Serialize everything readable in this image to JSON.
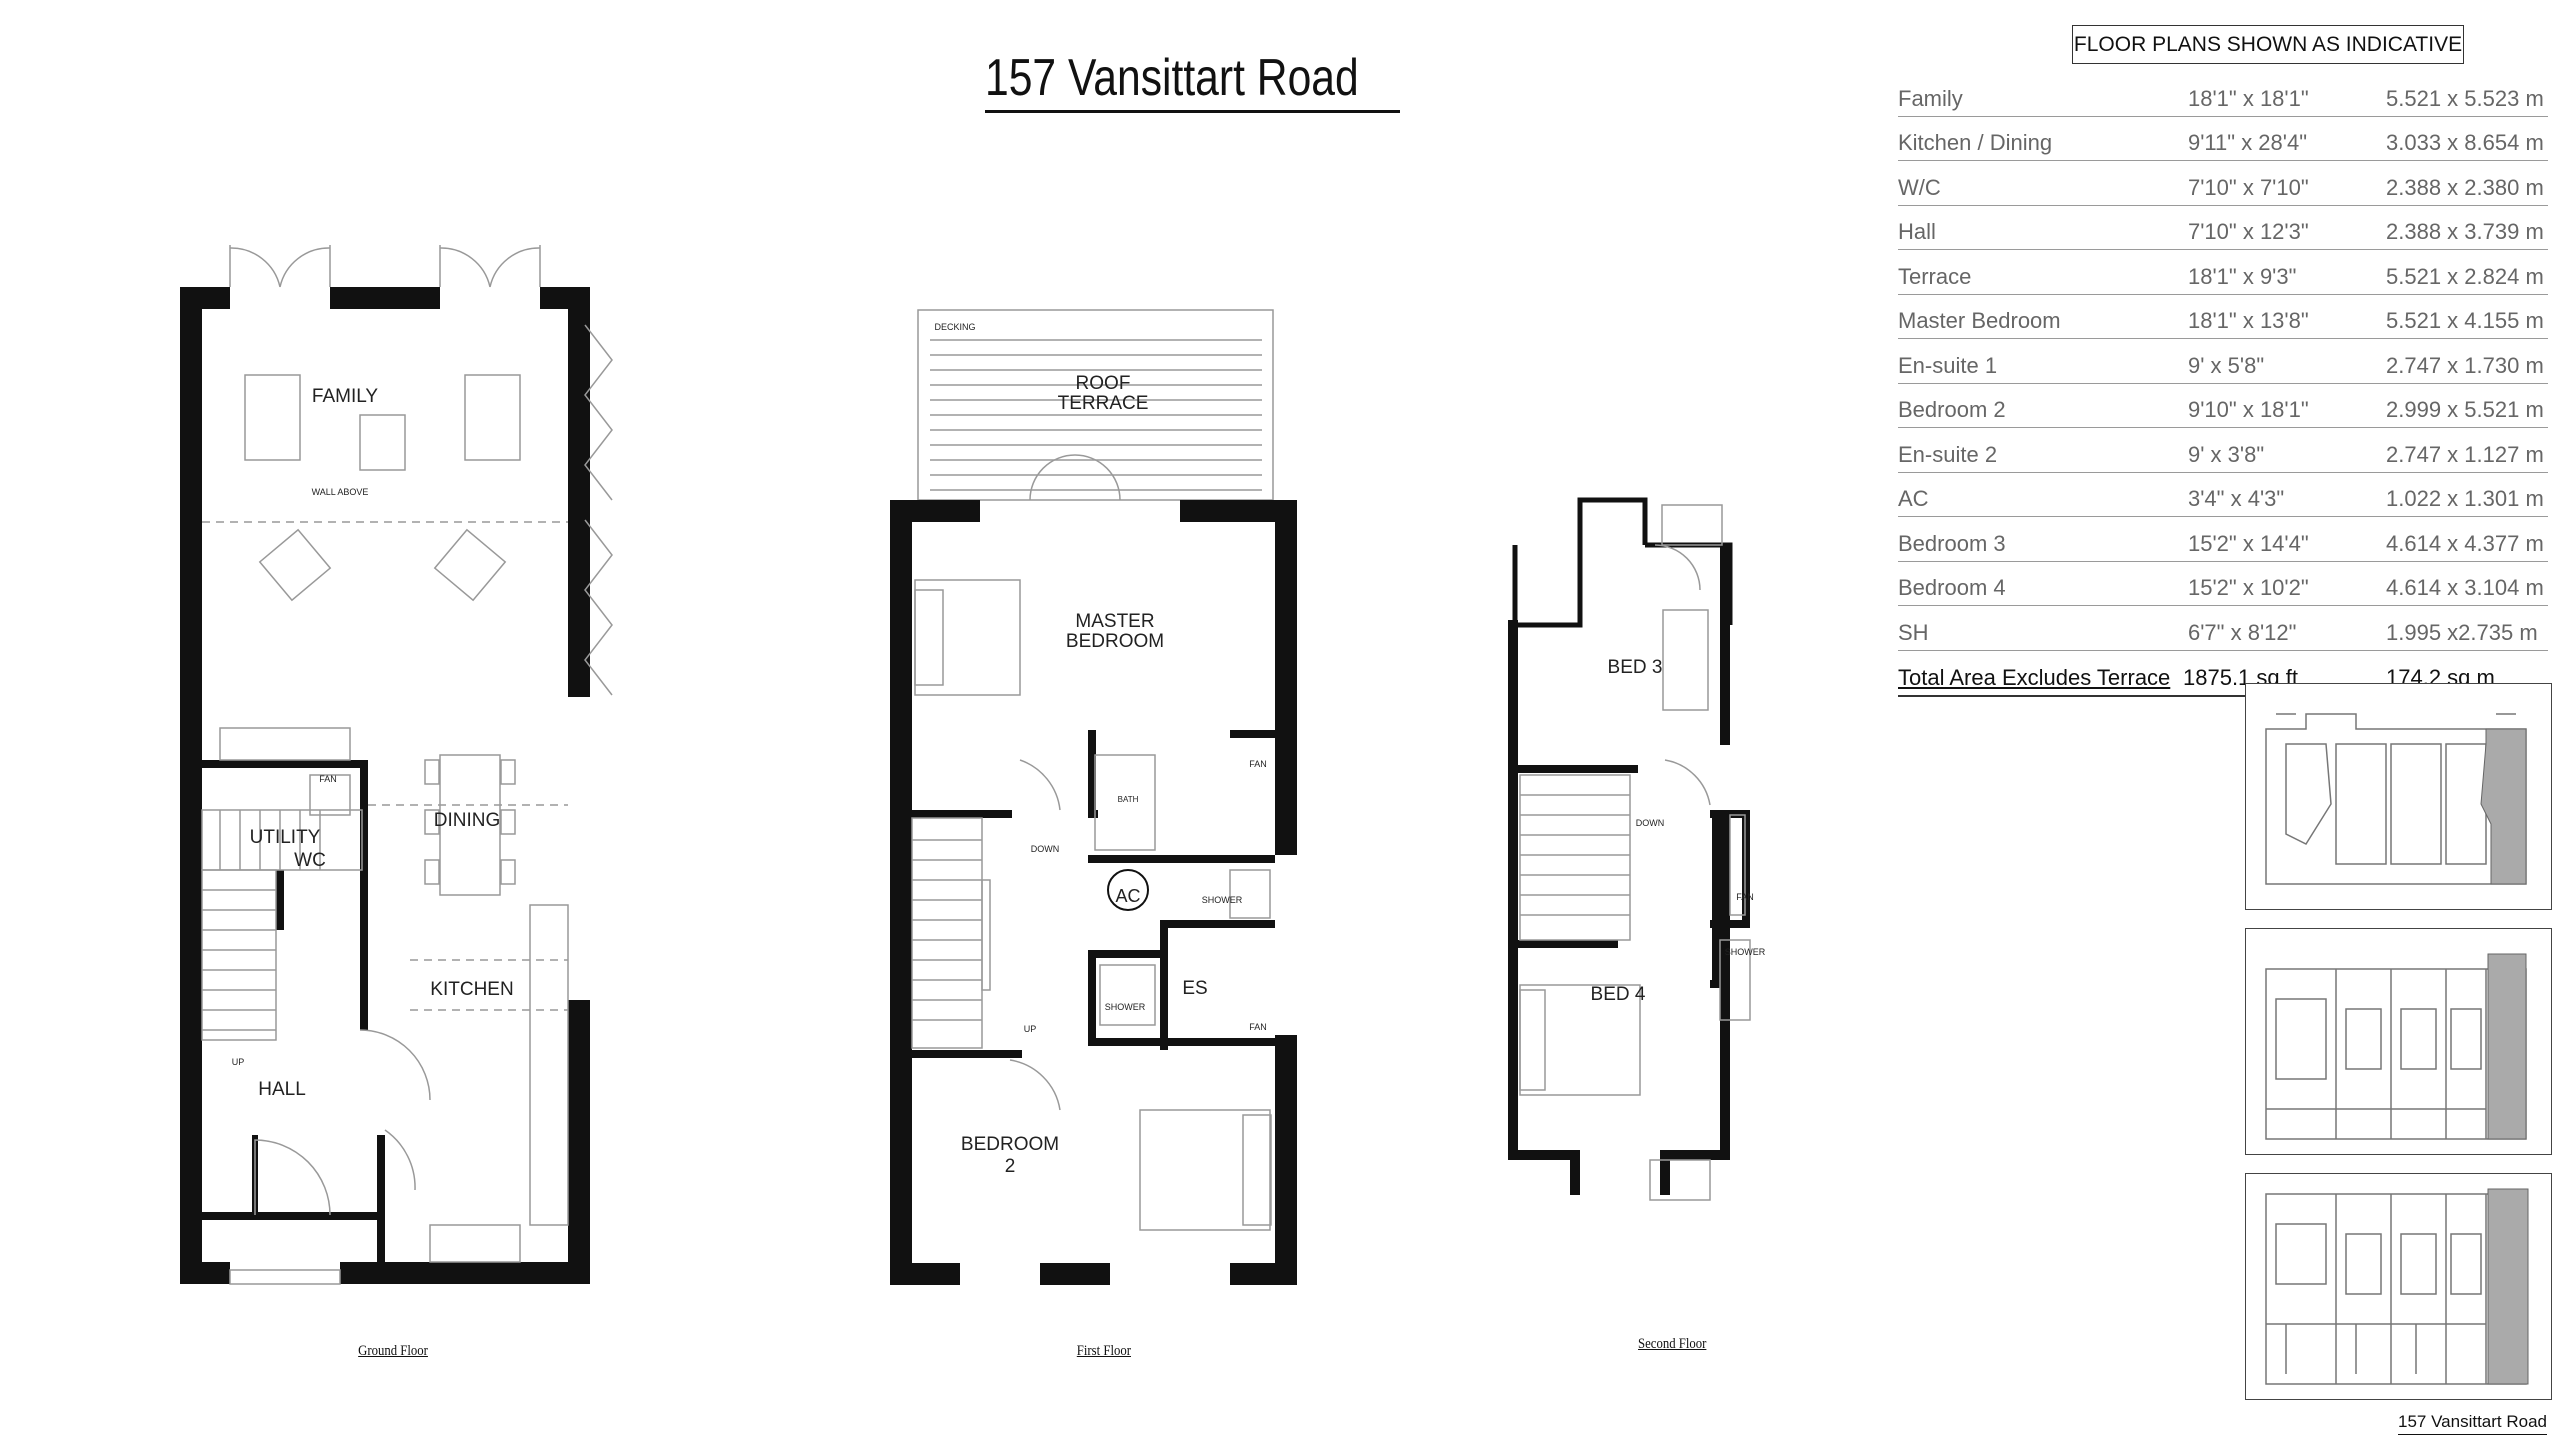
{
  "title": "157 Vansittart Road",
  "notice": "FLOOR PLANS SHOWN AS INDICATIVE",
  "floors": {
    "ground": {
      "label": "Ground Floor",
      "rooms": [
        "FAMILY",
        "DINING",
        "UTILITY",
        "WC",
        "KITCHEN",
        "HALL"
      ],
      "notes": [
        "WALL ABOVE",
        "FAN",
        "UP"
      ]
    },
    "first": {
      "label": "First Floor",
      "rooms": [
        "ROOF",
        "TERRACE",
        "MASTER",
        "BEDROOM",
        "BATH",
        "AC",
        "SHOWER",
        "ES",
        "BEDROOM",
        "2"
      ],
      "notes": [
        "DECKING",
        "FAN",
        "DOWN",
        "UP",
        "SHOWER",
        "FAN"
      ]
    },
    "second": {
      "label": "Second Floor",
      "rooms": [
        "BED 3",
        "BED 4"
      ],
      "notes": [
        "DOWN",
        "FAN",
        "SHOWER"
      ]
    }
  },
  "schedule": [
    {
      "room": "Family",
      "imperial": "18'1\" x 18'1\"",
      "metric": "5.521 x 5.523 m"
    },
    {
      "room": "Kitchen / Dining",
      "imperial": "9'11\" x 28'4\"",
      "metric": "3.033 x 8.654 m"
    },
    {
      "room": "W/C",
      "imperial": "7'10\" x 7'10\"",
      "metric": "2.388 x 2.380 m"
    },
    {
      "room": "Hall",
      "imperial": "7'10\" x 12'3\"",
      "metric": "2.388 x 3.739 m"
    },
    {
      "room": "Terrace",
      "imperial": "18'1\" x 9'3\"",
      "metric": "5.521 x 2.824 m"
    },
    {
      "room": "Master Bedroom",
      "imperial": "18'1\" x 13'8\"",
      "metric": "5.521 x 4.155 m"
    },
    {
      "room": "En-suite 1",
      "imperial": "9' x 5'8\"",
      "metric": "2.747 x 1.730 m"
    },
    {
      "room": "Bedroom 2",
      "imperial": "9'10\" x 18'1\"",
      "metric": "2.999 x 5.521 m"
    },
    {
      "room": "En-suite 2",
      "imperial": "9' x 3'8\"",
      "metric": "2.747 x 1.127 m"
    },
    {
      "room": "AC",
      "imperial": "3'4\" x 4'3\"",
      "metric": "1.022 x 1.301 m"
    },
    {
      "room": "Bedroom 3",
      "imperial": "15'2\" x 14'4\"",
      "metric": "4.614 x 4.377 m"
    },
    {
      "room": "Bedroom 4",
      "imperial": "15'2\" x 10'2\"",
      "metric": "4.614 x 3.104 m"
    },
    {
      "room": "SH",
      "imperial": "6'7\" x 8'12\"",
      "metric": "1.995 x2.735 m"
    }
  ],
  "total": {
    "label": "Total Area Excludes Terrace",
    "imperial": "1875.1 sq ft",
    "metric": "174.2 sq m"
  },
  "thumbnail_caption": "157 Vansittart Road"
}
